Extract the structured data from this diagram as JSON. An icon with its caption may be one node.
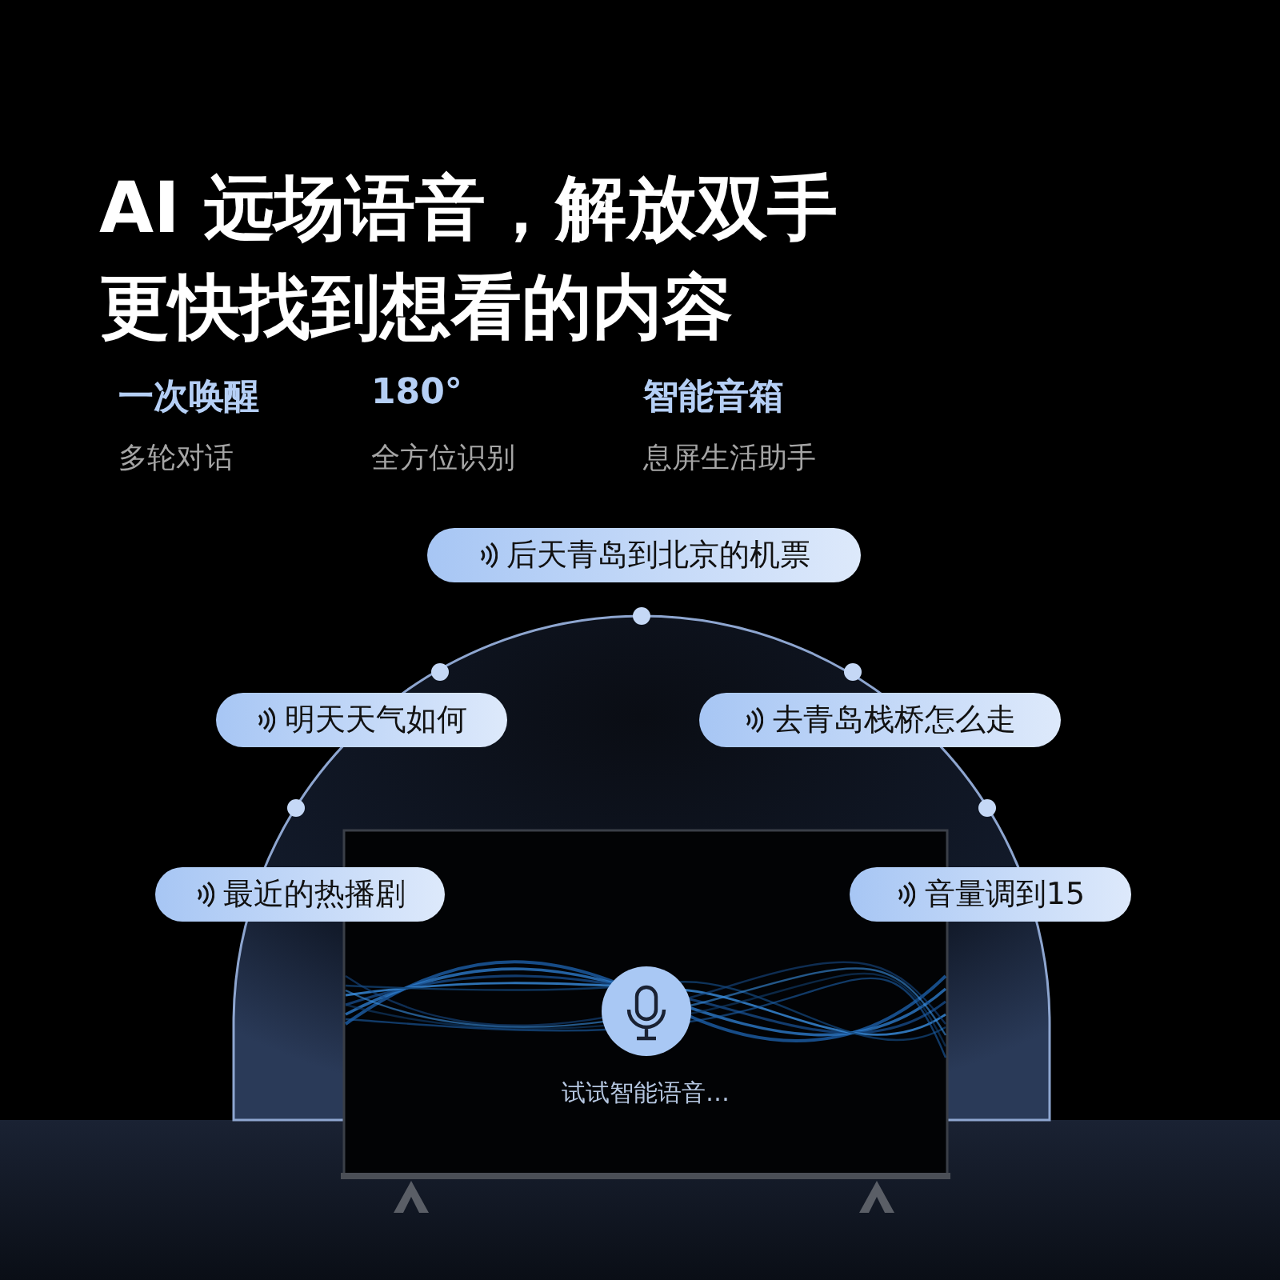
{
  "diagram": {
    "title": "AI 远场语音，解放双手更快找到想看的内容",
    "nodes": [
      {
        "text": [
          "后天青岛到北京的机票"
        ]
      },
      {
        "text": [
          "明天天气如何"
        ]
      },
      {
        "text": [
          "去青岛栈桥怎么走"
        ]
      },
      {
        "text": [
          "最近的热播剧"
        ]
      },
      {
        "text": [
          "音量调到15"
        ]
      },
      {
        "text": [
          "试试智能语音…"
        ]
      }
    ],
    "labels": [
      "一次唤醒",
      "180°",
      "智能音箱",
      "多轮对话",
      "全方位识别",
      "息屏生活助手"
    ]
  }
}
